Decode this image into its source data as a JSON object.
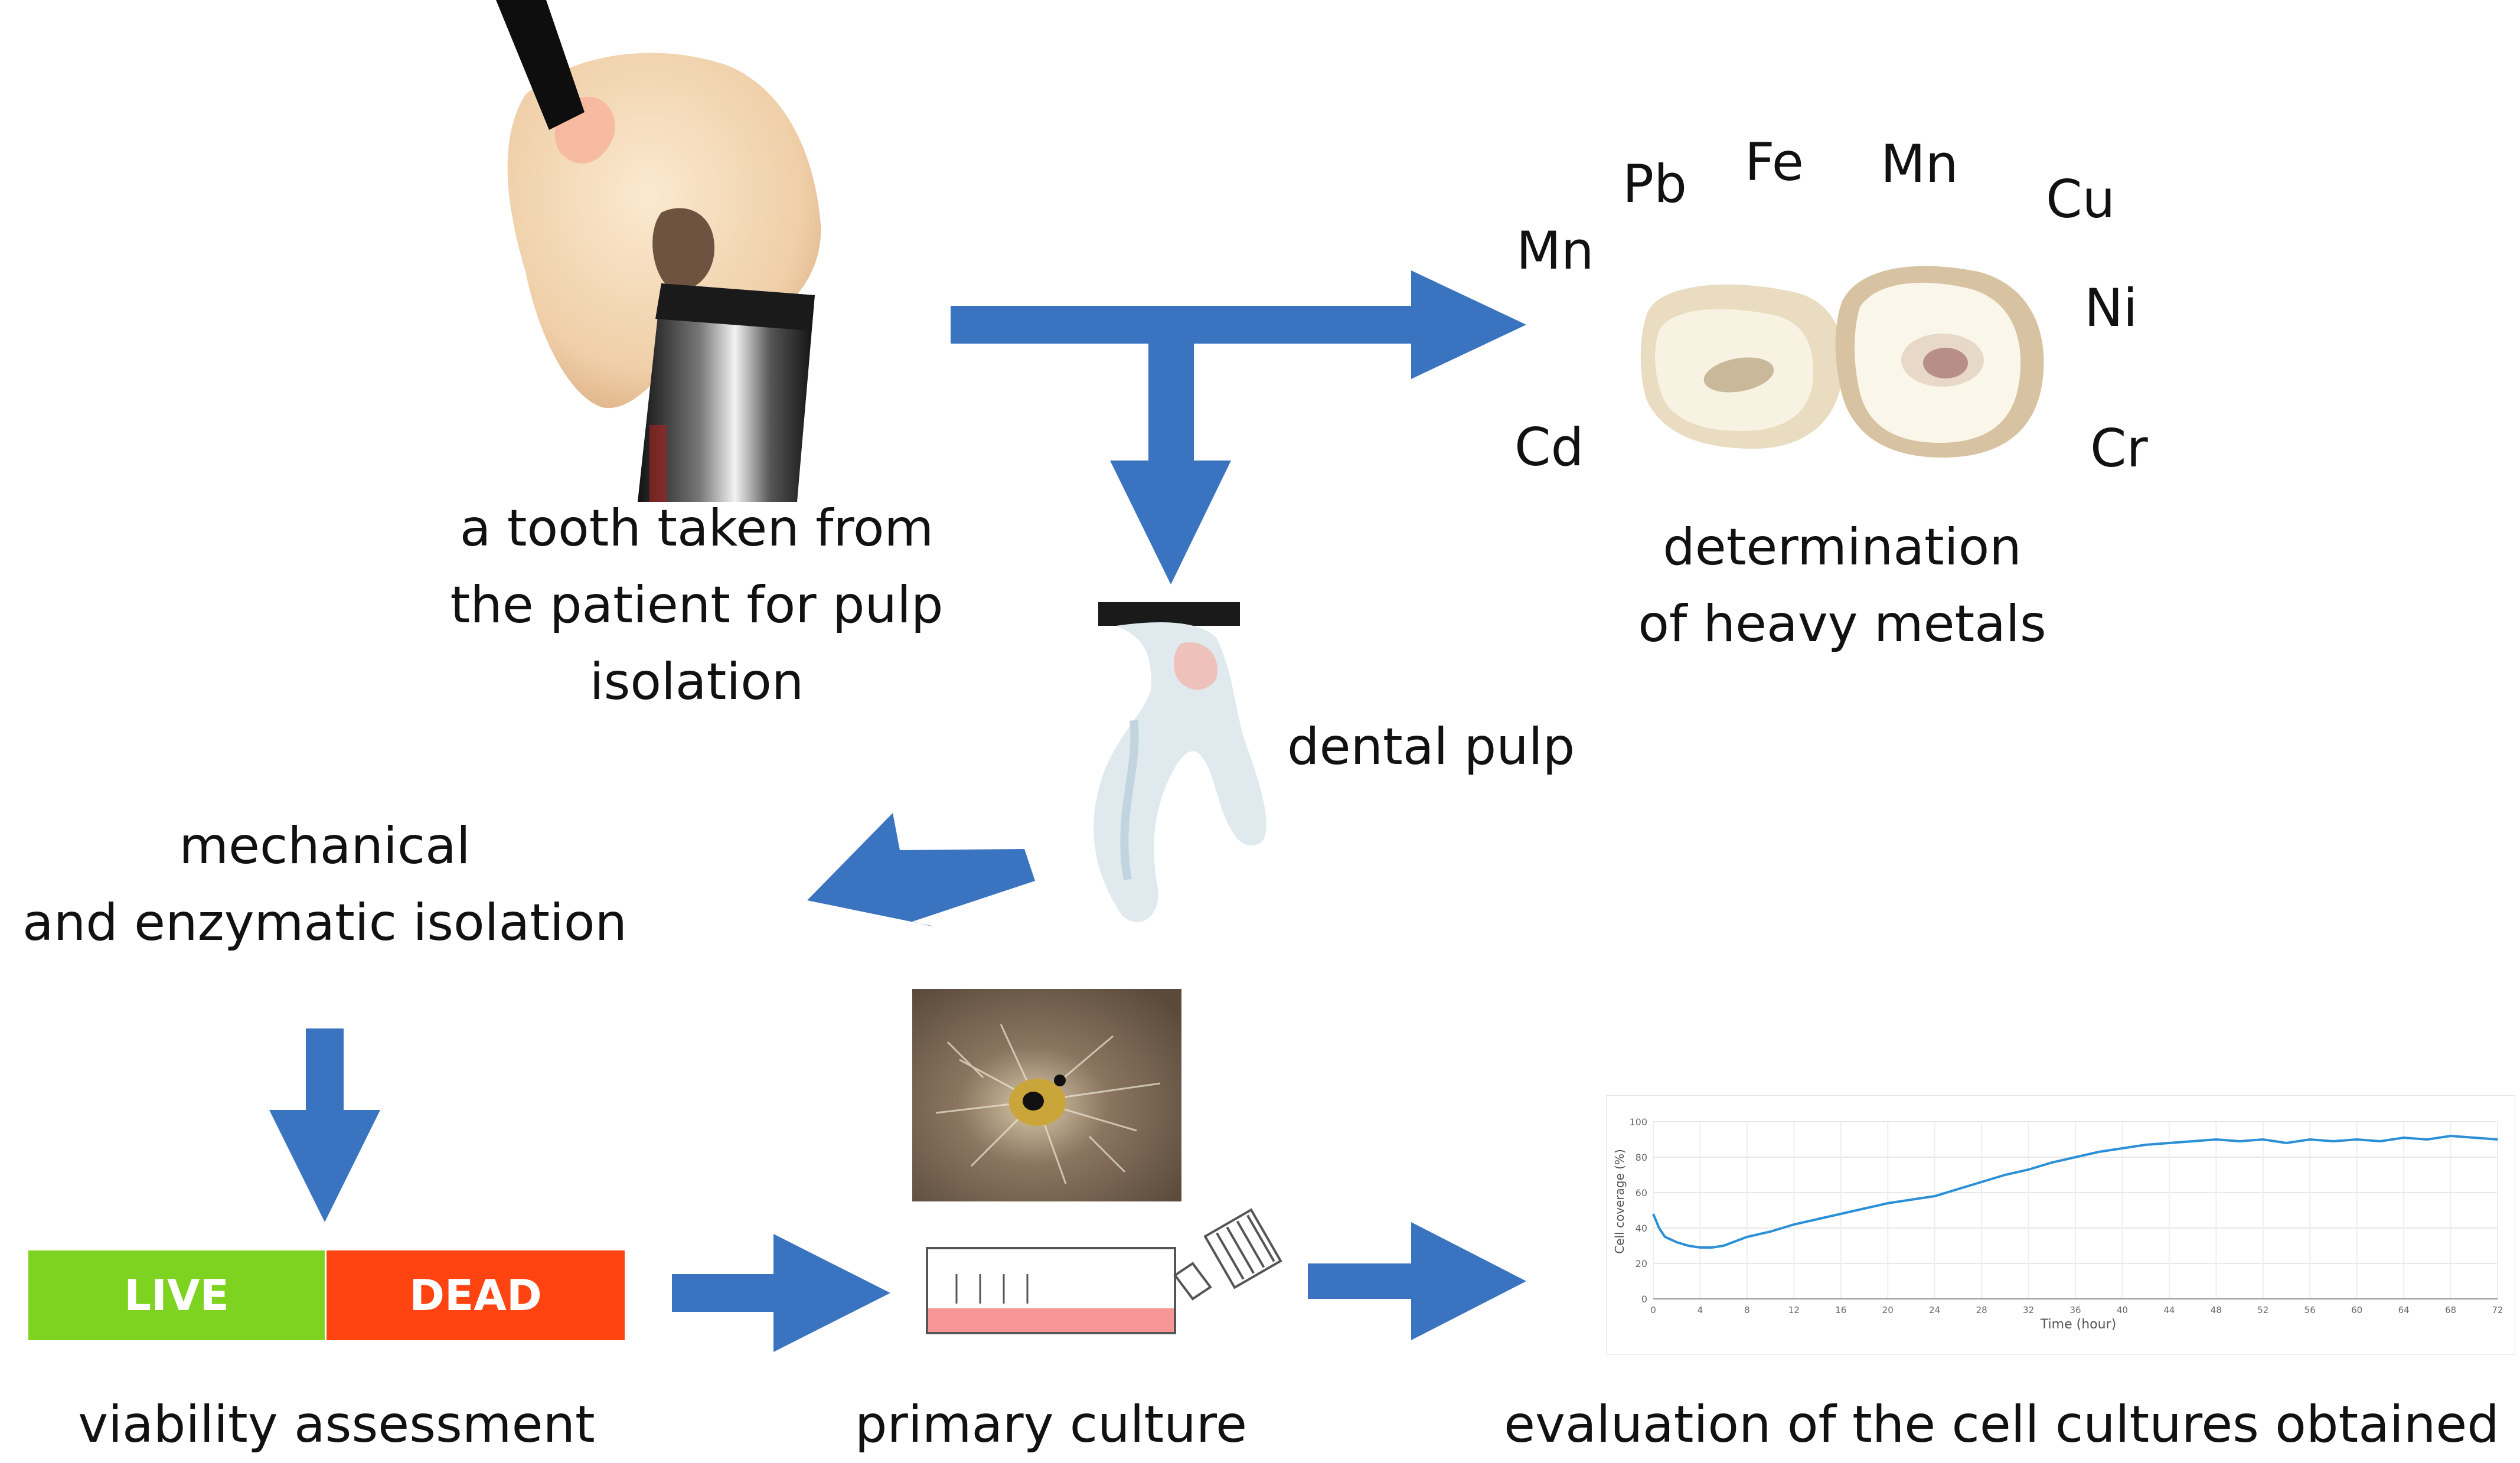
{
  "labels": {
    "tooth": "a tooth taken from\nthe patient for pulp\nisolation",
    "heavy_metals": "determination\nof heavy metals",
    "dental_pulp": "dental pulp",
    "isolation": "mechanical\nand enzymatic isolation",
    "viability": "viability assessment",
    "primary_culture": "primary culture",
    "evaluation": "evaluation of the cell cultures obtained"
  },
  "metals": [
    "Pb",
    "Fe",
    "Mn",
    "Cu",
    "Mn",
    "Ni",
    "Cd",
    "Cr"
  ],
  "viability_bar": {
    "live": "LIVE",
    "dead": "DEAD",
    "live_color": "#7ed321",
    "dead_color": "#ff4411"
  },
  "arrow_color": "#3a74c0",
  "chart_data": {
    "type": "line",
    "xlabel": "Time (hour)",
    "ylabel": "Cell coverage (%)",
    "xlim": [
      0,
      72
    ],
    "ylim": [
      0,
      100
    ],
    "x_ticks": [
      0,
      4,
      8,
      12,
      16,
      20,
      24,
      28,
      32,
      36,
      40,
      44,
      48,
      52,
      56,
      60,
      64,
      68,
      72
    ],
    "y_ticks": [
      0,
      20,
      40,
      60,
      80,
      100
    ],
    "grid": true,
    "series": [
      {
        "color": "#2a8fd6",
        "x": [
          0,
          0.5,
          1,
          2,
          3,
          4,
          5,
          6,
          8,
          10,
          12,
          14,
          16,
          18,
          20,
          22,
          24,
          26,
          28,
          30,
          32,
          34,
          36,
          38,
          40,
          42,
          44,
          46,
          48,
          50,
          52,
          54,
          56,
          58,
          60,
          62,
          64,
          66,
          68,
          70,
          72
        ],
        "y": [
          48,
          40,
          35,
          32,
          30,
          29,
          29,
          30,
          35,
          38,
          42,
          45,
          48,
          51,
          54,
          56,
          58,
          62,
          66,
          70,
          73,
          77,
          80,
          83,
          85,
          87,
          88,
          89,
          90,
          89,
          90,
          88,
          90,
          89,
          90,
          89,
          91,
          90,
          92,
          91,
          90
        ]
      }
    ]
  }
}
